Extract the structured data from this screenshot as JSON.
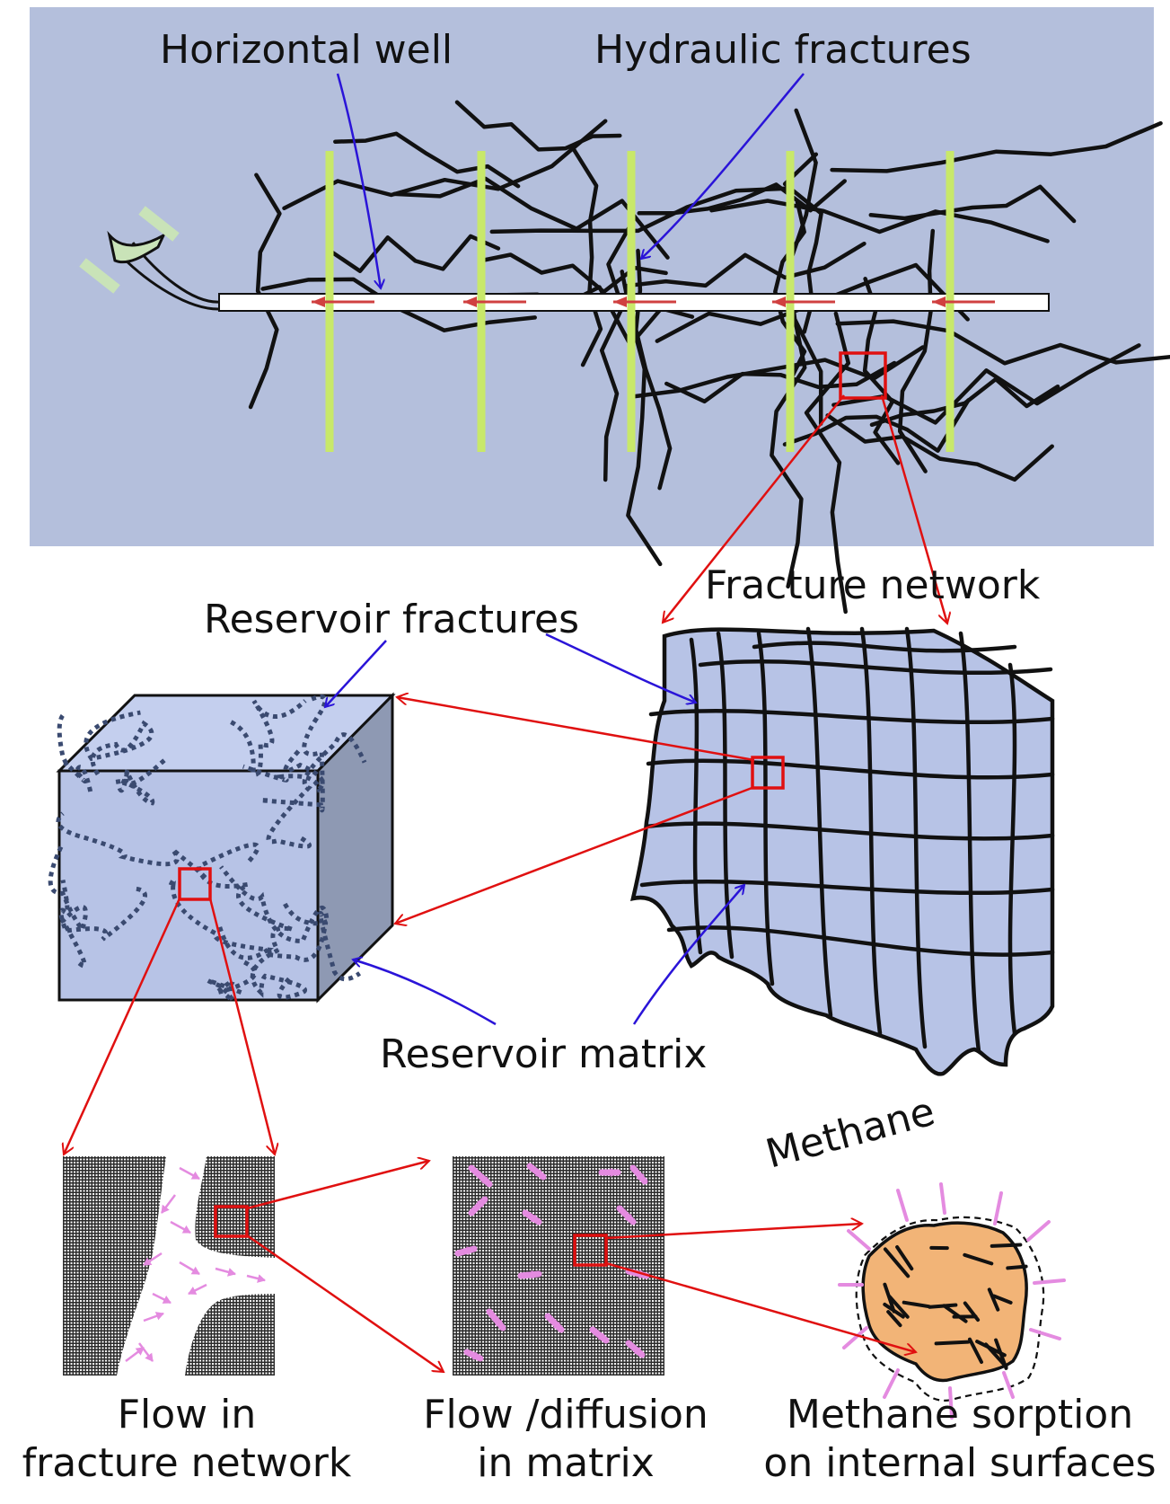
{
  "labels": {
    "horizontal_well": "Horizontal well",
    "hydraulic_fractures": "Hydraulic fractures",
    "fracture_network": "Fracture network",
    "reservoir_fractures": "Reservoir fractures",
    "reservoir_matrix": "Reservoir matrix",
    "methane": "Methane"
  },
  "captions": {
    "flow_fracture_line1": "Flow in",
    "flow_fracture_line2": "fracture network",
    "flow_matrix_line1": "Flow /diffusion",
    "flow_matrix_line2": "in matrix",
    "sorption_line1": "Methane sorption",
    "sorption_line2": "on internal surfaces"
  },
  "colors": {
    "reservoir_bg": "#b4bfdc",
    "fracture_line": "#111111",
    "hydraulic_fracture": "#c8e86a",
    "flow_arrow": "#d04040",
    "zoom_link": "#e01010",
    "pointer_arrow": "#2a14d8",
    "cube_face": "#b7c3e6",
    "cube_side": "#8e99b3",
    "methane_particle": "#f2b477",
    "methane_arrow": "#e48be0"
  },
  "icons": [
    "wellhead-pipe-icon",
    "flow-arrow-icon",
    "zoom-box-icon"
  ]
}
